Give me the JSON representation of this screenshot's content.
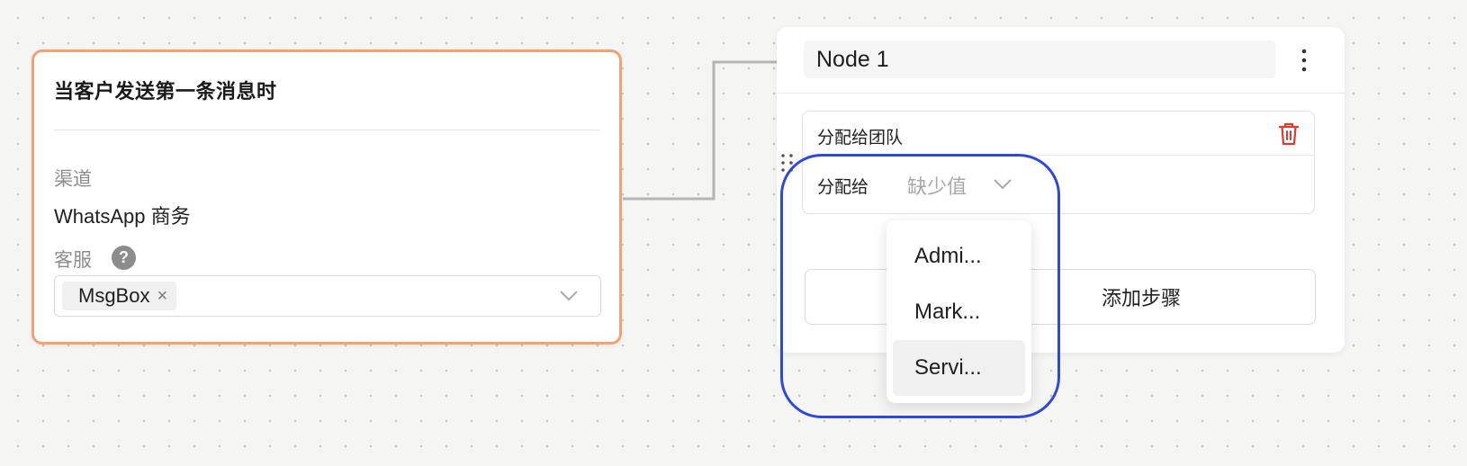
{
  "trigger": {
    "title": "当客户发送第一条消息时",
    "channel_label": "渠道",
    "channel_value": "WhatsApp 商务",
    "agent_label": "客服",
    "help_icon": "question-circle-icon",
    "help_glyph": "?",
    "agent_tag": "MsgBox",
    "tag_remove_glyph": "×",
    "border_color": "#f0a276"
  },
  "node": {
    "name": "Node 1",
    "menu_icon": "vertical-ellipsis-icon",
    "step": {
      "title": "分配给团队",
      "delete_icon": "trash-icon",
      "assign_label": "分配给",
      "assign_value": "缺少值",
      "delete_color": "#d83b30"
    },
    "add_step_label": "添加步骤"
  },
  "dropdown": {
    "options": [
      {
        "label": "Admi..."
      },
      {
        "label": "Mark..."
      },
      {
        "label": "Servi..."
      }
    ],
    "highlighted_index": 2
  },
  "highlight_color": "#3048d8",
  "connector_color": "#b5b5b5"
}
